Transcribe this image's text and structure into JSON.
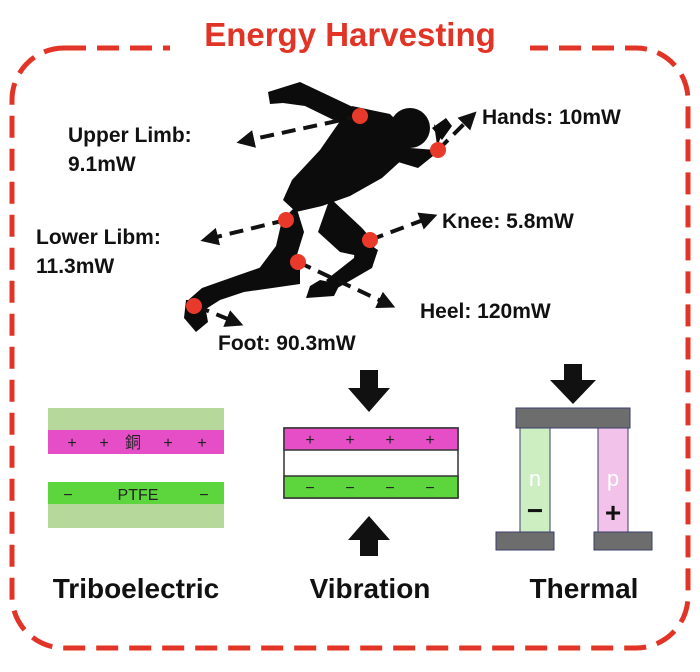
{
  "title": "Energy Harvesting",
  "colors": {
    "frame": "#e23426",
    "point": "#e8392b",
    "silhouette": "#0c0c0c",
    "positive_layer": "#e64ec8",
    "negative_layer": "#5cd63c",
    "outer_layer": "#b6d89a",
    "n_leg": "#cdeec0",
    "p_leg": "#f2c2ea",
    "plate": "#6d6d6d"
  },
  "labels": {
    "upper_limb": [
      "Upper Limb:",
      "9.1mW"
    ],
    "lower_limb": [
      "Lower Libm:",
      "11.3mW"
    ],
    "hands": "Hands: 10mW",
    "knee": "Knee: 5.8mW",
    "heel": "Heel: 120mW",
    "foot": "Foot: 90.3mW"
  },
  "triboelectric": {
    "caption": "Triboelectric",
    "top_signs": [
      "+",
      "+",
      "+",
      "+"
    ],
    "top_material": "銅",
    "bottom_sign": "−",
    "bottom_material": "PTFE"
  },
  "vibration": {
    "caption": "Vibration",
    "top_signs": [
      "+",
      "+",
      "+",
      "+"
    ],
    "bottom_signs": [
      "−",
      "−",
      "−",
      "−"
    ]
  },
  "thermal": {
    "caption": "Thermal",
    "n_label": "n",
    "p_label": "p",
    "n_sign": "−",
    "p_sign": "+"
  },
  "icons": [
    "runner-silhouette-icon",
    "down-arrow-icon",
    "up-arrow-icon"
  ]
}
